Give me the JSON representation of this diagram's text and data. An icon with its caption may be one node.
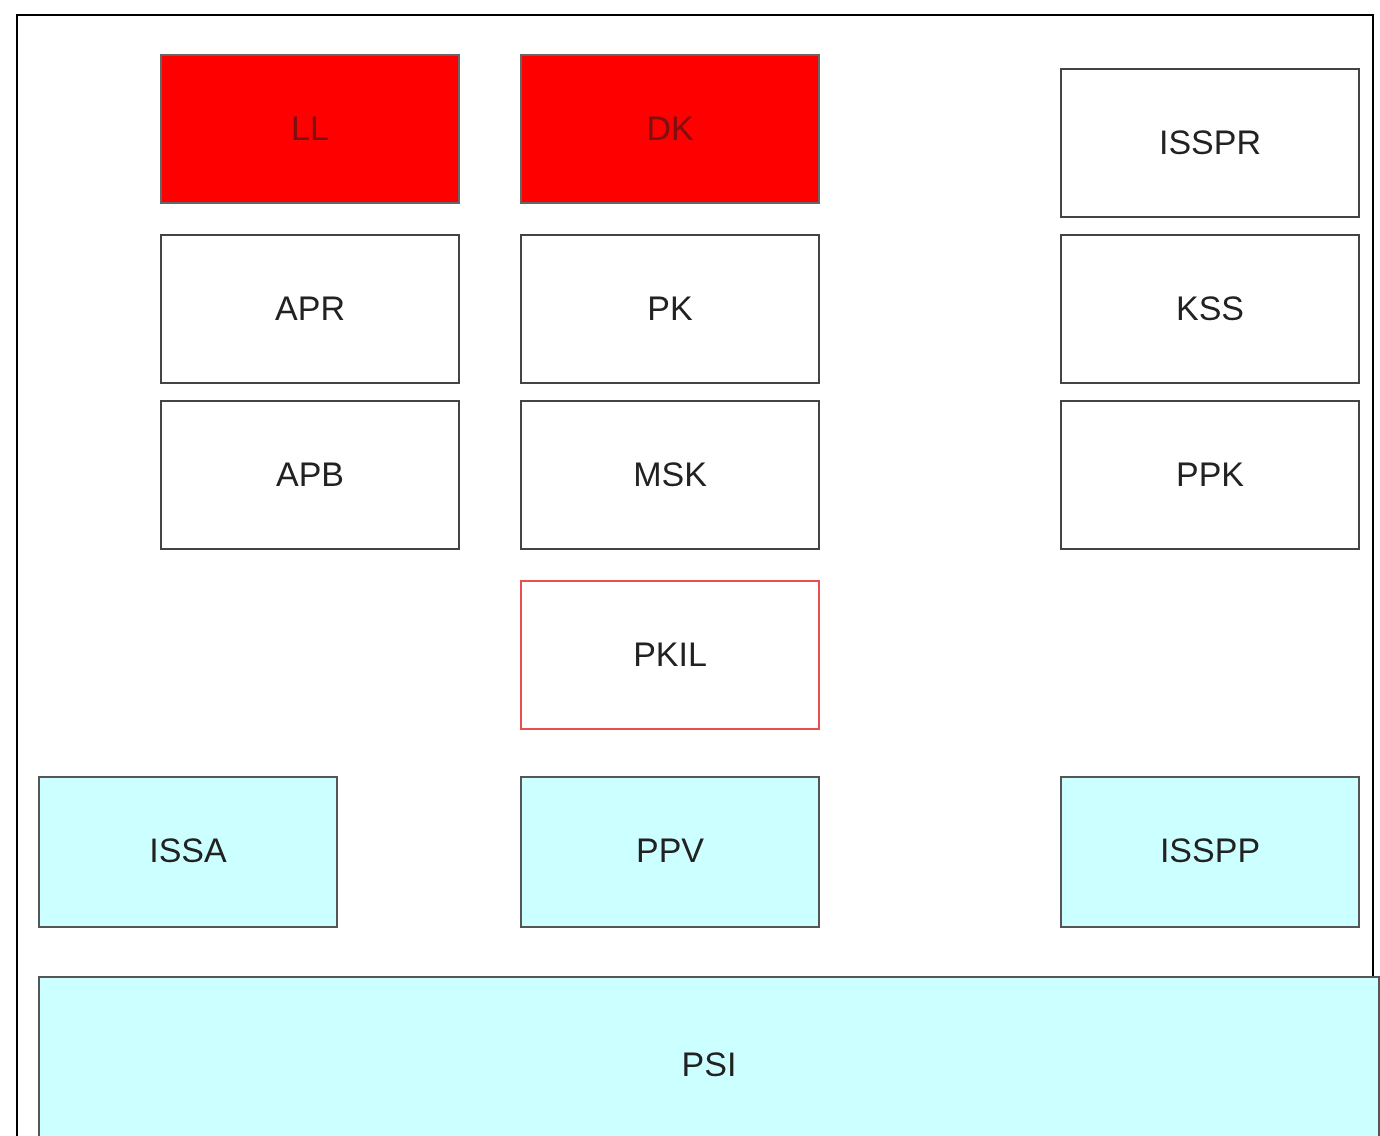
{
  "diagram": {
    "nodes": [
      {
        "text": [
          "LL"
        ]
      },
      {
        "text": [
          "DK"
        ]
      },
      {
        "text": [
          "ISSPR"
        ]
      },
      {
        "text": [
          "APR"
        ]
      },
      {
        "text": [
          "PK"
        ]
      },
      {
        "text": [
          "KSS"
        ]
      },
      {
        "text": [
          "APB"
        ]
      },
      {
        "text": [
          "MSK"
        ]
      },
      {
        "text": [
          "PPK"
        ]
      },
      {
        "text": [
          "PKIL"
        ]
      },
      {
        "text": [
          "ISSA"
        ]
      },
      {
        "text": [
          "PPV"
        ]
      },
      {
        "text": [
          "ISSPP"
        ]
      },
      {
        "text": [
          "PSI"
        ]
      }
    ]
  }
}
